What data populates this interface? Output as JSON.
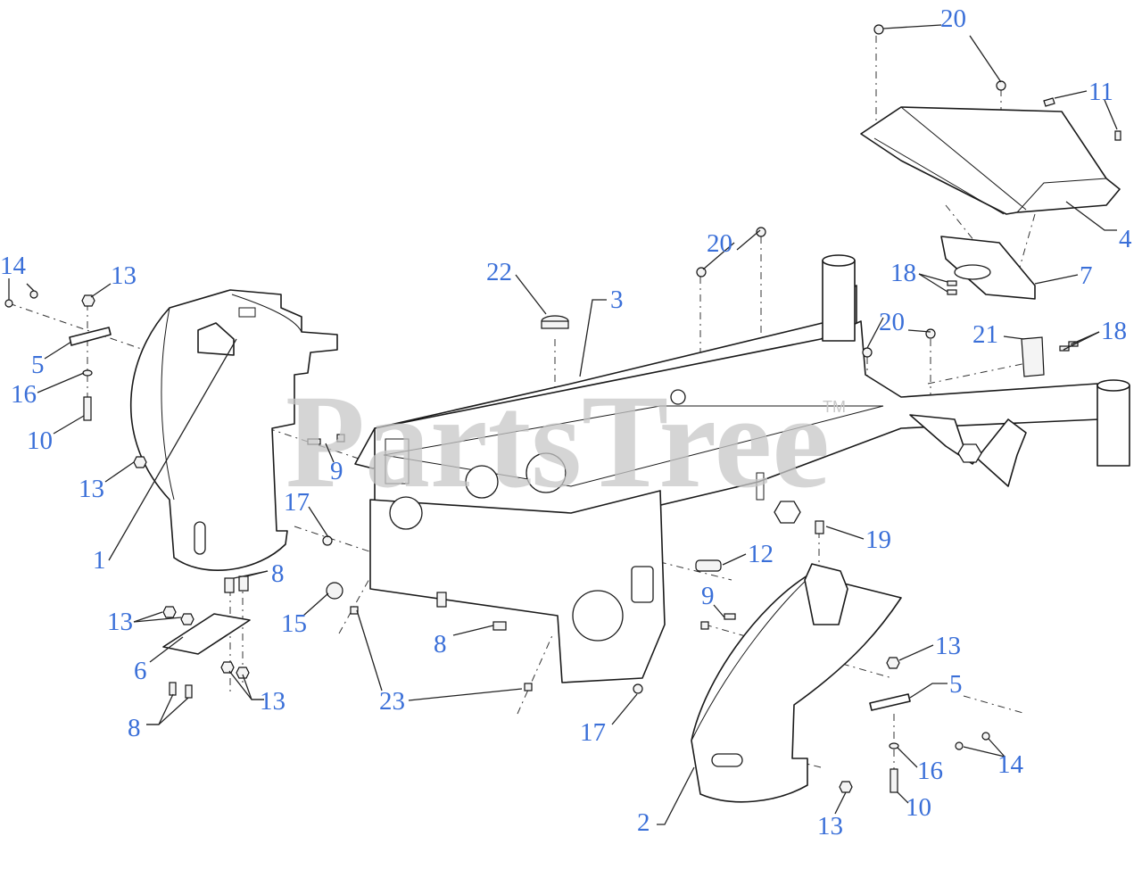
{
  "watermark": {
    "text": "PartsTree",
    "mark": "TM"
  },
  "colors": {
    "callout": "#3a6fd8",
    "line": "#1a1a1a",
    "watermark": "#c8c8c8"
  },
  "callouts": [
    {
      "id": "c-20-top",
      "label": "20"
    },
    {
      "id": "c-11",
      "label": "11"
    },
    {
      "id": "c-4",
      "label": "4"
    },
    {
      "id": "c-7",
      "label": "7"
    },
    {
      "id": "c-18-a",
      "label": "18"
    },
    {
      "id": "c-20-mid",
      "label": "20"
    },
    {
      "id": "c-20-right",
      "label": "20"
    },
    {
      "id": "c-21",
      "label": "21"
    },
    {
      "id": "c-18-b",
      "label": "18"
    },
    {
      "id": "c-22",
      "label": "22"
    },
    {
      "id": "c-3",
      "label": "3"
    },
    {
      "id": "c-14-left",
      "label": "14"
    },
    {
      "id": "c-13-a",
      "label": "13"
    },
    {
      "id": "c-5-left",
      "label": "5"
    },
    {
      "id": "c-16-left",
      "label": "16"
    },
    {
      "id": "c-10-left",
      "label": "10"
    },
    {
      "id": "c-13-b",
      "label": "13"
    },
    {
      "id": "c-9-left",
      "label": "9"
    },
    {
      "id": "c-17-left",
      "label": "17"
    },
    {
      "id": "c-1",
      "label": "1"
    },
    {
      "id": "c-8-a",
      "label": "8"
    },
    {
      "id": "c-13-c",
      "label": "13"
    },
    {
      "id": "c-15",
      "label": "15"
    },
    {
      "id": "c-6",
      "label": "6"
    },
    {
      "id": "c-8-b",
      "label": "8"
    },
    {
      "id": "c-13-d",
      "label": "13"
    },
    {
      "id": "c-8-c",
      "label": "8"
    },
    {
      "id": "c-23",
      "label": "23"
    },
    {
      "id": "c-19",
      "label": "19"
    },
    {
      "id": "c-12",
      "label": "12"
    },
    {
      "id": "c-9-right",
      "label": "9"
    },
    {
      "id": "c-13-e",
      "label": "13"
    },
    {
      "id": "c-5-right",
      "label": "5"
    },
    {
      "id": "c-17-right",
      "label": "17"
    },
    {
      "id": "c-16-right",
      "label": "16"
    },
    {
      "id": "c-14-right",
      "label": "14"
    },
    {
      "id": "c-10-right",
      "label": "10"
    },
    {
      "id": "c-13-f",
      "label": "13"
    },
    {
      "id": "c-2",
      "label": "2"
    }
  ]
}
